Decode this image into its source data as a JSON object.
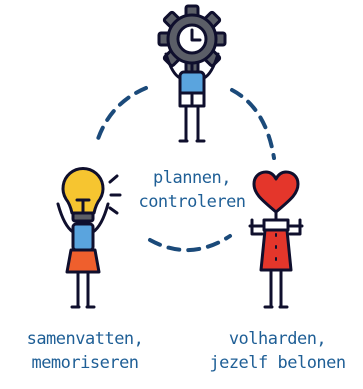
{
  "labels": {
    "center": {
      "line1": "plannen,",
      "line2": "controleren"
    },
    "left": {
      "line1": "samenvatten,",
      "line2": "memoriseren"
    },
    "right": {
      "line1": "volharden,",
      "line2": "jezelf belonen"
    }
  },
  "icons": {
    "top": "gear-clock-head-figure-icon",
    "left": "lightbulb-head-figure-icon",
    "right": "heart-head-figure-icon"
  },
  "colors": {
    "outline": "#0f0f2d",
    "dash": "#1b4a7a",
    "label": "#1f5f96",
    "gear": "#5b5e67",
    "bulb": "#f6c530",
    "heart": "#e4362b",
    "shirt_blue": "#5aa4de",
    "skirt_orange": "#ef5f2d",
    "red": "#e4362b"
  }
}
